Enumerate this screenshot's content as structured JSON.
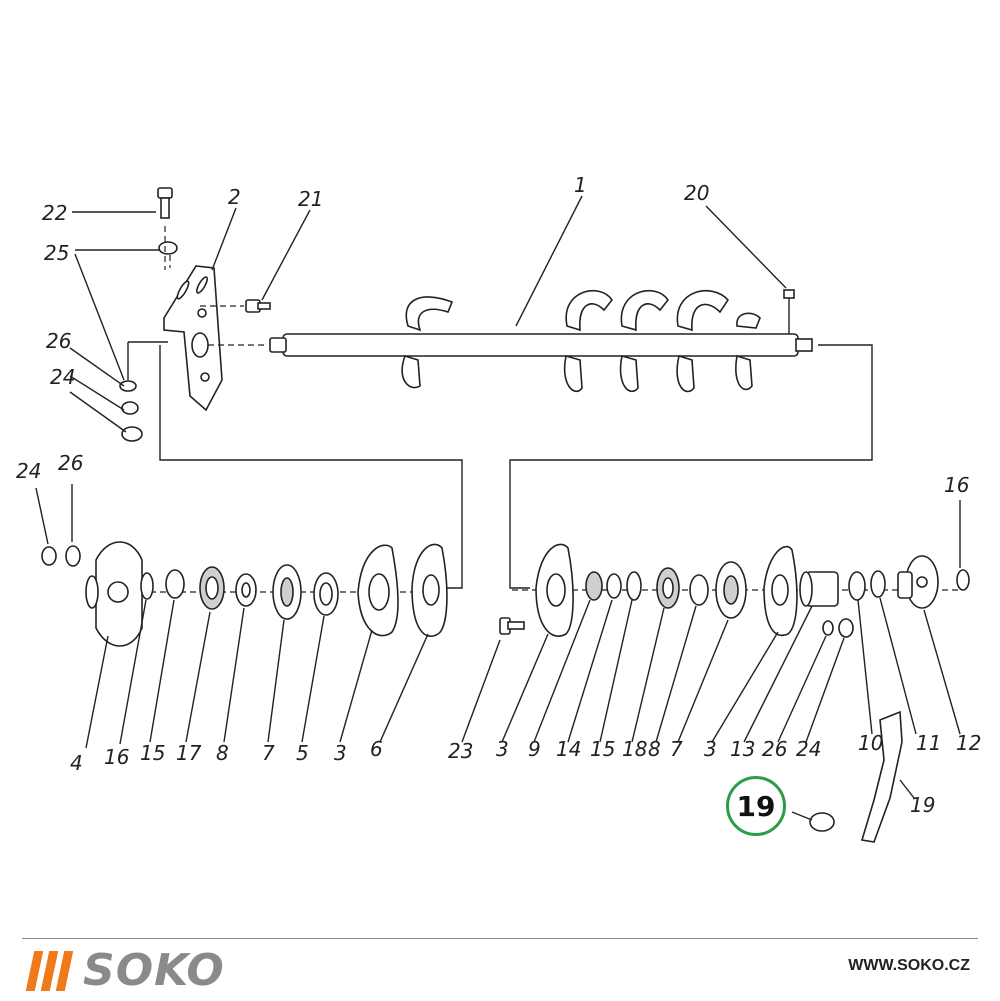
{
  "labels": {
    "p1": "1",
    "p2": "2",
    "p20": "20",
    "p21": "21",
    "p22": "22",
    "p25": "25",
    "p26a": "26",
    "p24a": "24",
    "p24b": "24",
    "p26b": "26",
    "p16a": "16",
    "b4": "4",
    "b16": "16",
    "b15a": "15",
    "b17": "17",
    "b8a": "8",
    "b7a": "7",
    "b5": "5",
    "b3a": "3",
    "b6": "6",
    "b23": "23",
    "b3b": "3",
    "b9": "9",
    "b14": "14",
    "b15b": "15",
    "b18": "18",
    "b8b": "8",
    "b7b": "7",
    "b3c": "3",
    "b13": "13",
    "b26": "26",
    "b24": "24",
    "b10": "10",
    "b11": "11",
    "b12": "12",
    "p19": "19"
  },
  "highlight": {
    "label": "19",
    "color": "#2e9b47"
  },
  "footer": {
    "brand": "SOKO",
    "website": "WWW.SOKO.CZ",
    "brand_color": "#8a8a8a",
    "stripe_color": "#f07a1a"
  }
}
